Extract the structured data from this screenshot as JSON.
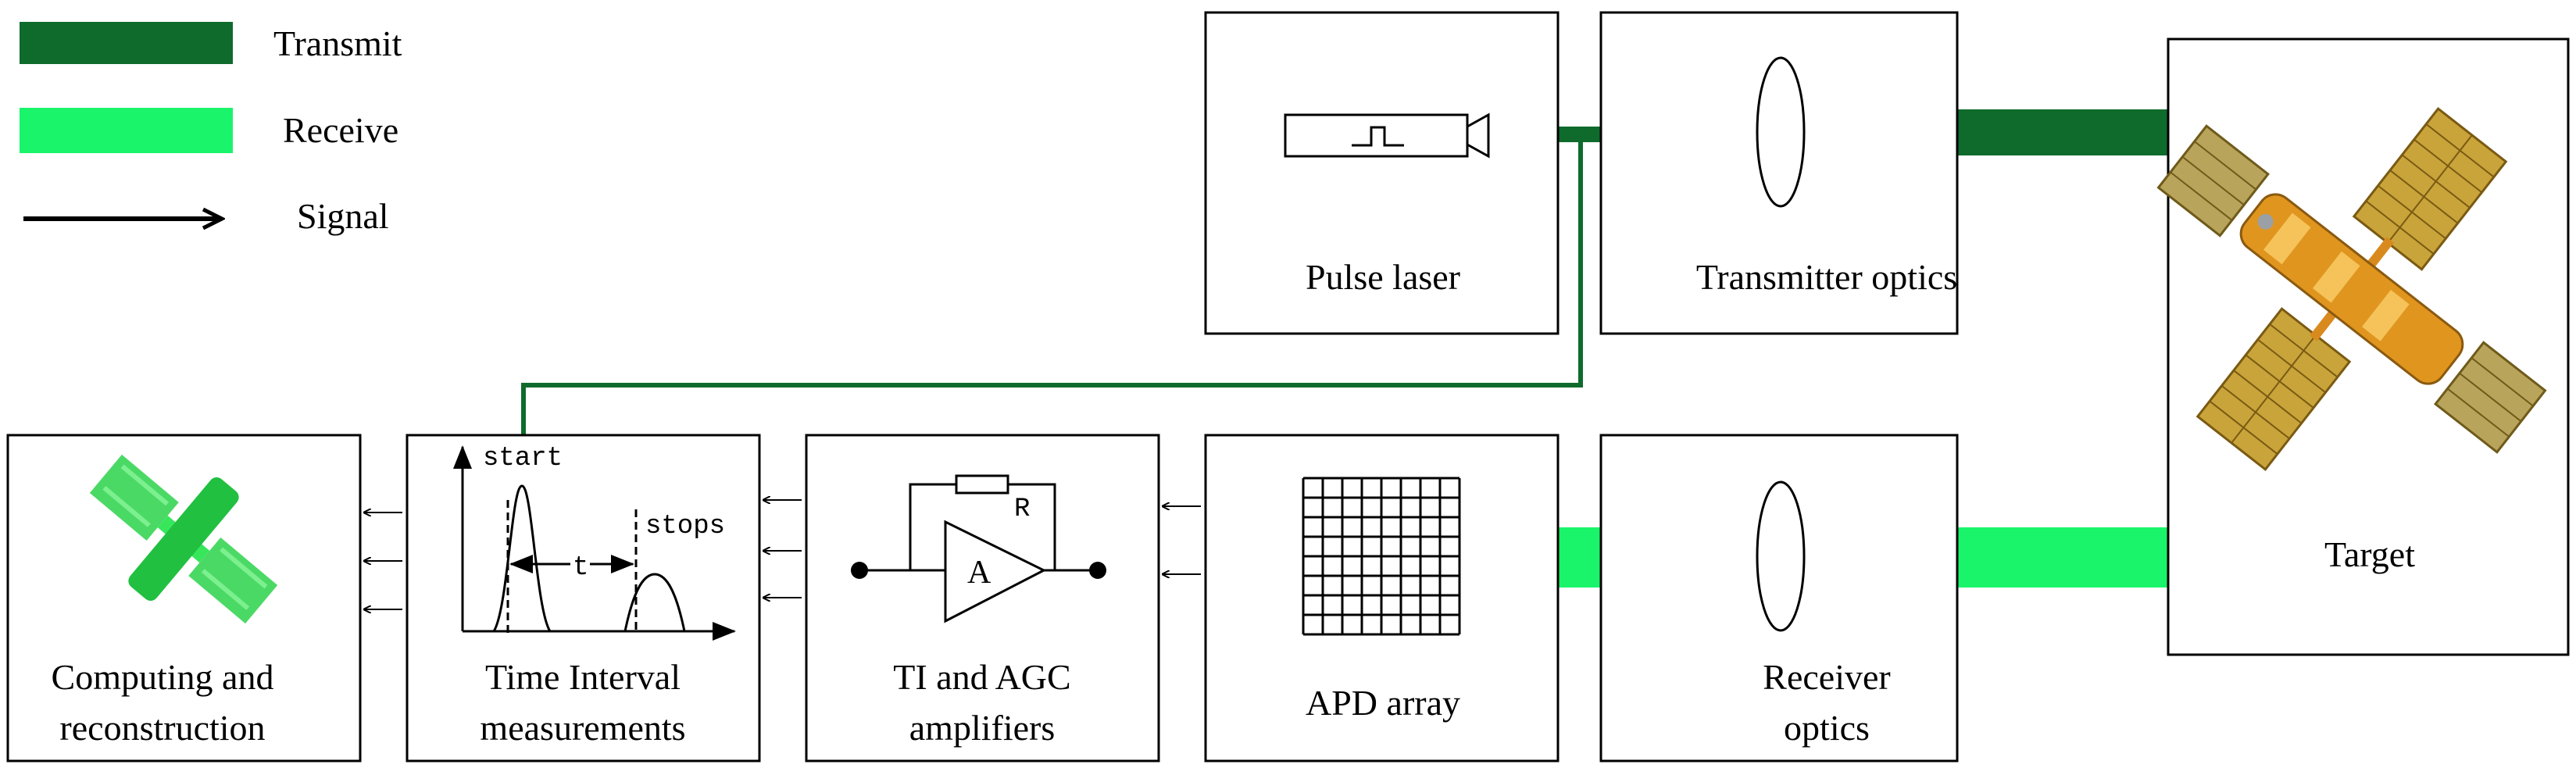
{
  "legend": {
    "transmit_label": "Transmit",
    "receive_label": "Receive",
    "signal_label": "Signal",
    "transmit_color": "#0e6b2c",
    "receive_color": "#19f46a"
  },
  "blocks": {
    "pulse_laser": "Pulse laser",
    "transmitter_optics": "Transmitter optics",
    "target": "Target",
    "computing_line1": "Computing and",
    "computing_line2": "reconstruction",
    "tim_line1": "Time Interval",
    "tim_line2": "measurements",
    "amp_line1": "TI and AGC",
    "amp_line2": "amplifiers",
    "apd_array": "APD array",
    "receiver_line1": "Receiver",
    "receiver_line2": "optics"
  },
  "timing": {
    "start_label": "start",
    "stops_label": "stops",
    "interval_label": "t"
  },
  "amplifier": {
    "resistor_label": "R",
    "amp_label": "A"
  }
}
